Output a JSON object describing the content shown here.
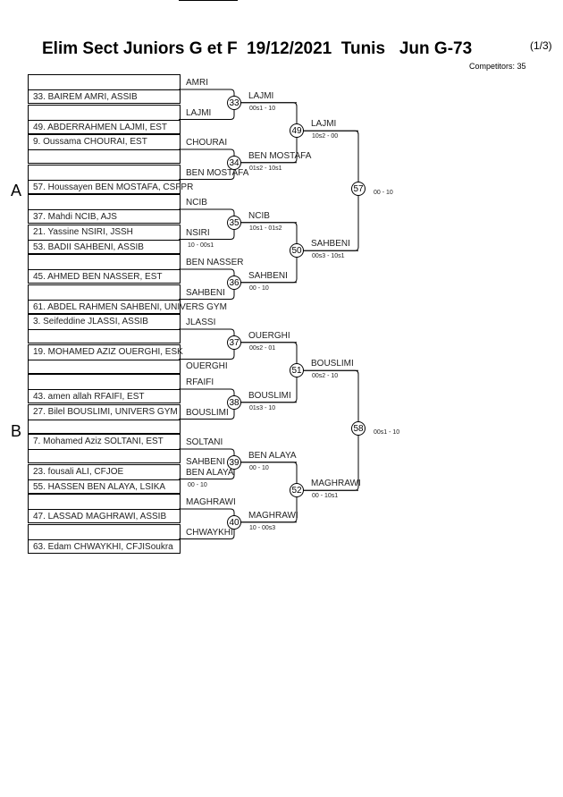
{
  "header": {
    "title": "Elim Sect Juniors G et F  19/12/2021  Tunis   Jun G-73",
    "page": "(1/3)",
    "competitors": "Competitors: 35"
  },
  "pools": [
    "A",
    "B"
  ],
  "boxes": [
    {
      "top": "",
      "bottom": "33. BAIREM AMRI, ASSIB",
      "label": "AMRI"
    },
    {
      "top": "",
      "bottom": "49. ABDERRAHMEN LAJMI, EST",
      "label": "LAJMI"
    },
    {
      "top": "9. Oussama CHOURAI, EST",
      "bottom": "",
      "label": "CHOURAI"
    },
    {
      "top": "",
      "bottom": "57. Houssayen BEN MOSTAFA, CSFPR",
      "label": "BEN MOSTAFA"
    },
    {
      "top": "",
      "bottom": "37. Mahdi NCIB, AJS",
      "label": "NCIB"
    },
    {
      "top": "21. Yassine NSIRI, JSSH",
      "bottom": "53. BADII SAHBENI, ASSIB",
      "label": "NSIRI",
      "score": "10 - 00s1"
    },
    {
      "top": "",
      "bottom": "45. AHMED BEN NASSER, EST",
      "label": "BEN NASSER"
    },
    {
      "top": "",
      "bottom": "61. ABDEL RAHMEN SAHBENI, UNIVERS GYM",
      "label": "SAHBENI"
    },
    {
      "top": "3. Seifeddine JLASSI, ASSIB",
      "bottom": "",
      "label": "JLASSI"
    },
    {
      "top": "19. MOHAMED AZIZ OUERGHI, ESK",
      "bottom": "",
      "label": "OUERGHI"
    },
    {
      "top": "",
      "bottom": "43. amen allah RFAIFI, EST",
      "label": "RFAIFI"
    },
    {
      "top": "27. Bilel BOUSLIMI, UNIVERS GYM",
      "bottom": "",
      "label": "BOUSLIMI"
    },
    {
      "top": "7. Mohamed Aziz SOLTANI, EST",
      "bottom": "",
      "label": "SOLTANI"
    },
    {
      "top": "23. fousali ALI, CFJOE",
      "bottom": "55. HASSEN BEN ALAYA, LSIKA",
      "label": "BEN ALAYA",
      "label2": "SAHBENI",
      "score": "00 - 10"
    },
    {
      "top": "",
      "bottom": "47. LASSAD MAGHRAWI, ASSIB",
      "label": "MAGHRAWI"
    },
    {
      "top": "",
      "bottom": "63. Edam CHWAYKHI, CFJISoukra",
      "label": "CHWAYKHI"
    }
  ],
  "rounds": [
    [
      {
        "num": "33",
        "winner": "LAJMI",
        "score": "00s1 - 10"
      },
      {
        "num": "34",
        "winner": "BEN MOSTAFA",
        "score": "01s2 - 10s1"
      },
      {
        "num": "35",
        "winner": "NCIB",
        "score": "10s1 - 01s2"
      },
      {
        "num": "36",
        "winner": "SAHBENI",
        "score": "00 - 10"
      },
      {
        "num": "37",
        "winner": "OUERGHI",
        "score": "00s2 - 01"
      },
      {
        "num": "38",
        "winner": "BOUSLIMI",
        "score": "01s3 - 10"
      },
      {
        "num": "39",
        "winner": "BEN ALAYA",
        "score": "00 - 10"
      },
      {
        "num": "40",
        "winner": "MAGHRAWI",
        "score": "10 - 00s3"
      }
    ],
    [
      {
        "num": "49",
        "winner": "LAJMI",
        "score": "10s2 - 00"
      },
      {
        "num": "50",
        "winner": "SAHBENI",
        "score": "00s3 - 10s1"
      },
      {
        "num": "51",
        "winner": "BOUSLIMI",
        "score": "00s2 - 10"
      },
      {
        "num": "52",
        "winner": "MAGHRAWI",
        "score": "00 - 10s1"
      }
    ],
    [
      {
        "num": "57",
        "winner": "",
        "score": "00 - 10"
      },
      {
        "num": "58",
        "winner": "",
        "score": "00s1 - 10"
      }
    ]
  ]
}
